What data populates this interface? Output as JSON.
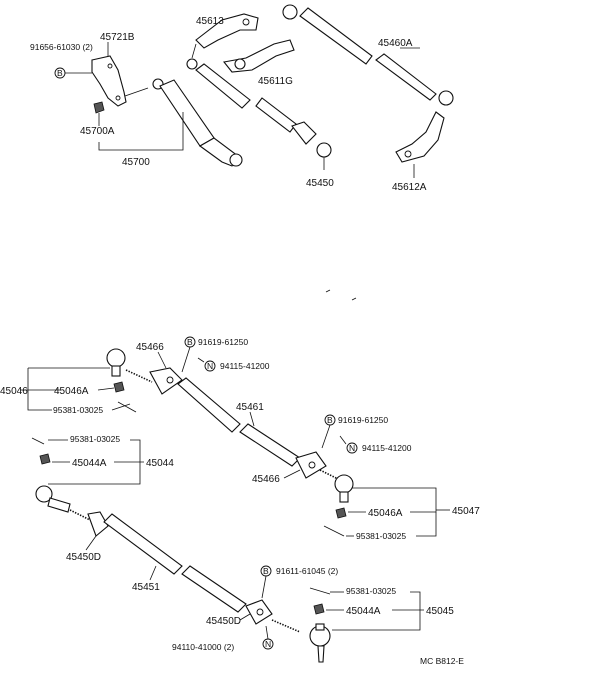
{
  "labels": {
    "p45721B": "45721B",
    "p91656": "91656-61030 (2)",
    "p45700A": "45700A",
    "p45700": "45700",
    "p45613": "45613",
    "p45611G": "45611G",
    "p45460A": "45460A",
    "p45450": "45450",
    "p45612A": "45612A",
    "p45046": "45046",
    "p45046A_l": "45046A",
    "p95381_l1": "95381-03025",
    "p45466_t": "45466",
    "p91619_t": "91619-61250",
    "p94115_t": "94115-41200",
    "p45461": "45461",
    "p91619_m": "91619-61250",
    "p94115_m": "94115-41200",
    "p45466_m": "45466",
    "p95381_l2": "95381-03025",
    "p45044A_l": "45044A",
    "p45044": "45044",
    "p45046A_r": "45046A",
    "p45047": "45047",
    "p95381_r1": "95381-03025",
    "p45450D_l": "45450D",
    "p45451": "45451",
    "p91611": "91611-61045 (2)",
    "p95381_r2": "95381-03025",
    "p45044A_r": "45044A",
    "p45045": "45045",
    "p45450D_r": "45450D",
    "p94110": "94110-41000 (2)",
    "code": "MC  B812-E"
  },
  "markers": {
    "bolt": "B",
    "nut": "N"
  }
}
